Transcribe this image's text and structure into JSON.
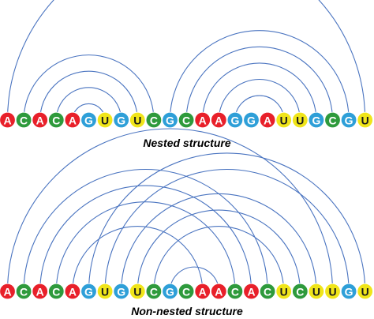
{
  "colors": {
    "A": "#e8202a",
    "C": "#2e9a3c",
    "G": "#2e9fd8",
    "U": "#f0e51a",
    "arc": "#4a74c0"
  },
  "letter_colors": {
    "A": "#ffffff",
    "C": "#ffffff",
    "G": "#ffffff",
    "U": "#1a1a1a"
  },
  "panels": [
    {
      "caption": "Nested structure",
      "sequence": [
        "A",
        "C",
        "A",
        "C",
        "A",
        "G",
        "U",
        "G",
        "U",
        "C",
        "G",
        "C",
        "A",
        "A",
        "G",
        "G",
        "A",
        "U",
        "U",
        "G",
        "C",
        "G",
        "U"
      ],
      "pairs": [
        [
          0,
          22
        ],
        [
          1,
          9
        ],
        [
          2,
          8
        ],
        [
          3,
          7
        ],
        [
          4,
          6
        ],
        [
          10,
          21
        ],
        [
          11,
          20
        ],
        [
          12,
          19
        ],
        [
          13,
          18
        ],
        [
          14,
          17
        ]
      ]
    },
    {
      "caption": "Non-nested structure",
      "sequence": [
        "A",
        "C",
        "A",
        "C",
        "A",
        "G",
        "U",
        "G",
        "U",
        "C",
        "G",
        "C",
        "A",
        "A",
        "C",
        "A",
        "C",
        "U",
        "C",
        "U",
        "U",
        "G",
        "U"
      ],
      "pairs": [
        [
          0,
          20
        ],
        [
          1,
          16
        ],
        [
          2,
          15
        ],
        [
          3,
          14
        ],
        [
          4,
          12
        ],
        [
          5,
          22
        ],
        [
          6,
          21
        ],
        [
          7,
          19
        ],
        [
          8,
          18
        ],
        [
          9,
          17
        ],
        [
          10,
          13
        ]
      ]
    }
  ]
}
